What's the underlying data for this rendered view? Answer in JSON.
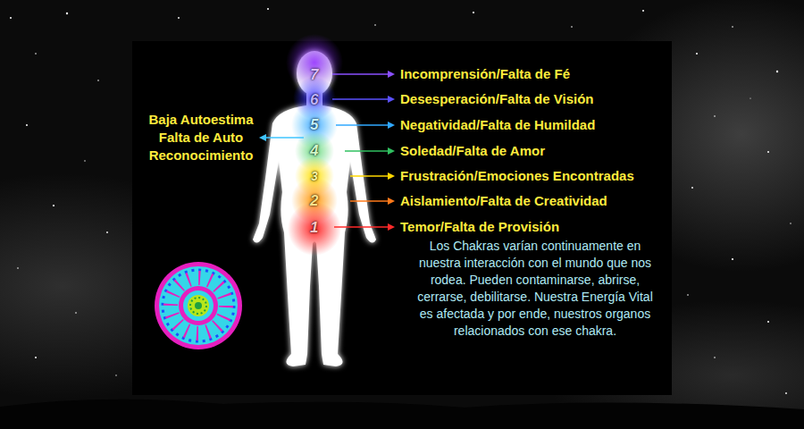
{
  "diagram": {
    "labels": [
      "Baja Autoestima Falta de Auto Reconocimiento",
      "Incomprensión/Falta de Fé",
      "Desesperación/Falta de Visión",
      "Negatividad/Falta de Humildad",
      "Soledad/Falta de Amor",
      "Frustración/Emociones Encontradas",
      "Aislamiento/Falta de Creatividad",
      "Temor/Falta de Provisión",
      "7",
      "6",
      "5",
      "4",
      "3",
      "2",
      "1",
      "Los Chakras varían continuamente en nuestra interacción con el mundo que nos rodea. Pueden contaminarse, abrirse, cerrarse, debilitarse. Nuestra Energía Vital es afectada y por ende, nuestros organos relacionados con ese chakra."
    ]
  }
}
